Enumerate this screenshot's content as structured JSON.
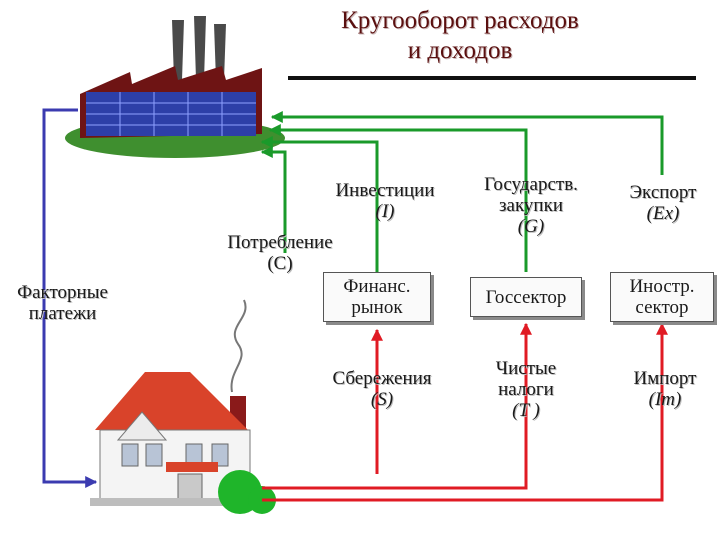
{
  "title": {
    "line1": "Кругооборот расходов",
    "line2": "и доходов"
  },
  "labels": {
    "investment_word": "Инвестиции",
    "investment_symbol": "(I)",
    "gov_purchases_line1": "Государств.",
    "gov_purchases_line2": "закупки",
    "gov_purchases_symbol": "(G)",
    "export_word": "Экспорт",
    "export_symbol": "(Ex)",
    "consumption_word": "Потребление",
    "consumption_symbol": "(C)",
    "factor_payments_line1": "Факторные",
    "factor_payments_line2": "платежи",
    "savings_word": "Сбережения",
    "savings_symbol": "(S)",
    "net_taxes_line1": "Чистые",
    "net_taxes_line2": "налоги",
    "net_taxes_symbol": "(T )",
    "import_word": "Импорт",
    "import_symbol": "(Im)"
  },
  "boxes": {
    "financial_market_line1": "Финанс.",
    "financial_market_line2": "рынок",
    "public_sector": "Госсектор",
    "foreign_sector_line1": "Иностр.",
    "foreign_sector_line2": "сектор"
  },
  "colors": {
    "spending_flow": "#1a9a2a",
    "income_flow": "#e01b24",
    "factor_flow": "#3b3bb0",
    "title": "#5a0f0f"
  },
  "icons": {
    "firms": "factory-icon",
    "households": "house-icon"
  }
}
